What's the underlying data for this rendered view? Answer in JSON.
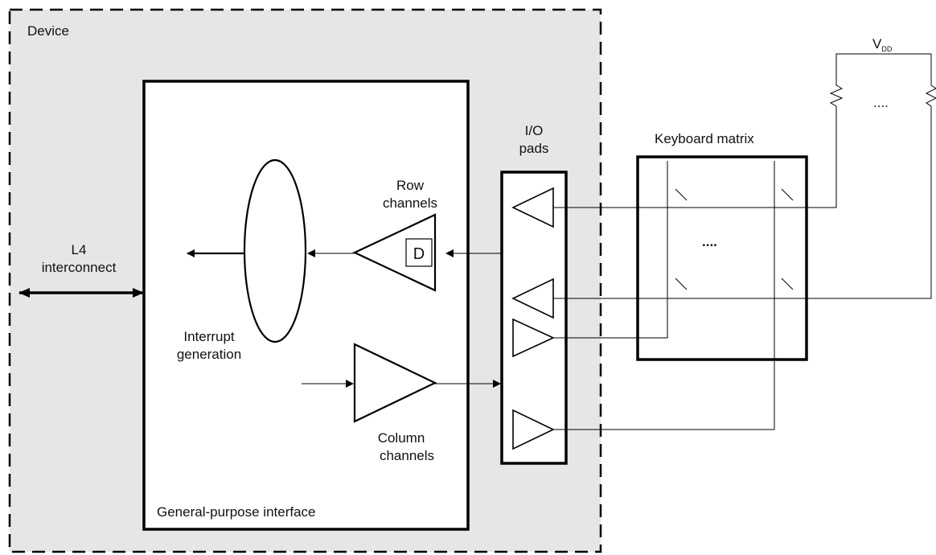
{
  "device_label": "Device",
  "interface_label": "General-purpose interface",
  "l4": {
    "line1": "L4",
    "line2": "interconnect"
  },
  "interrupt": {
    "line1": "Interrupt",
    "line2": "generation"
  },
  "row_channels": {
    "line1": "Row",
    "line2": "channels"
  },
  "column_channels": {
    "line1": "Column",
    "line2": "channels"
  },
  "debounce_label": "D",
  "io_pads": {
    "line1": "I/O",
    "line2": "pads"
  },
  "keyboard_matrix_label": "Keyboard matrix",
  "matrix_ellipsis": "....",
  "vdd": {
    "main": "V",
    "sub": "DD"
  },
  "resistor_ellipsis": "...."
}
